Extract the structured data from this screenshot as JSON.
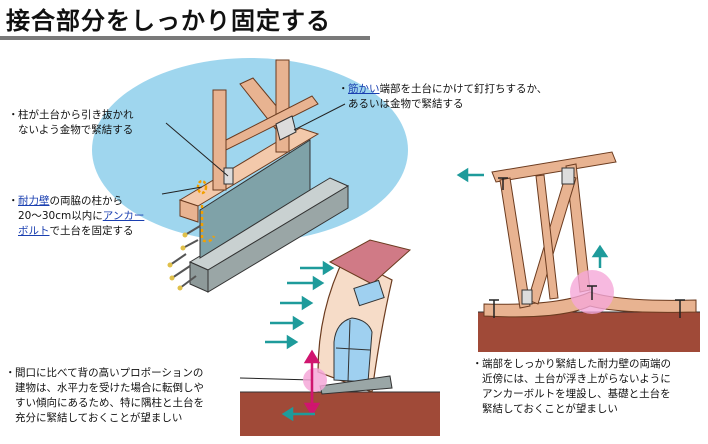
{
  "title": "接合部分をしっかり固定する",
  "notes": {
    "pillar": {
      "line1": "柱が土台から引き抜かれ",
      "line2": "ないよう金物で緊結する"
    },
    "brace": {
      "term": "筋かい",
      "line1_rest": "端部を土台にかけて釘打ちするか、",
      "line2": "あるいは金物で緊結する"
    },
    "wall": {
      "term1": "耐力壁",
      "line1_rest": "の両脇の柱から",
      "line2_pre": "20〜30cm以内に",
      "term2a": "アンカー",
      "term2b": "ボルト",
      "line3_rest": "で土台を固定する"
    },
    "opening": {
      "line1": "間口に比べて背の高いプロポーションの",
      "line2": "建物は、水平力を受けた場合に転倒しや",
      "line3": "すい傾向にあるため、特に隅柱と土台を",
      "line4": "充分に緊結しておくことが望ましい"
    },
    "edge": {
      "line1": "端部をしっかり緊結した耐力壁の両端の",
      "line2": "近傍には、土台が浮き上がらないように",
      "line3": "アンカーボルトを埋設し、基礎と土台を",
      "line4": "緊結しておくことが望ましい"
    }
  },
  "colors": {
    "sky": "#9fd6ee",
    "timber": "#e8b391",
    "timber_edge": "#6b3b1f",
    "foundation": "#9aa6a6",
    "anchor": "#f2a000",
    "arrow": "#1e9b9b",
    "ground": "#a04a38",
    "pink_glow": "#f5a7d8",
    "link": "#1a3fb0"
  }
}
